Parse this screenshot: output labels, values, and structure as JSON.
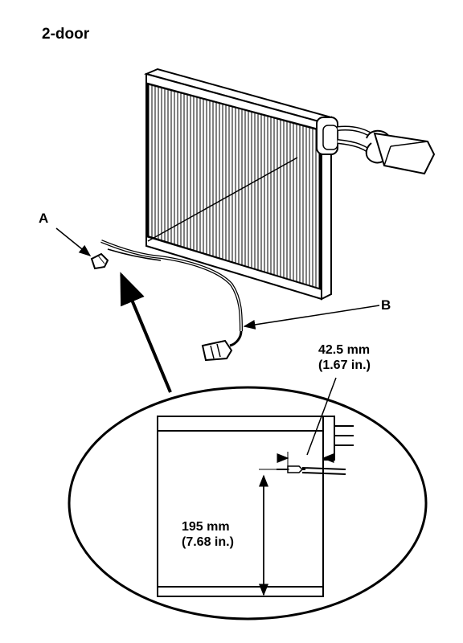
{
  "title": "2-door",
  "callouts": {
    "a": "A",
    "b": "B"
  },
  "dimensions": {
    "probe_offset": {
      "metric": "42.5 mm",
      "imperial": "(1.67 in.)"
    },
    "probe_height": {
      "metric": "195 mm",
      "imperial": "(7.68 in.)"
    }
  }
}
